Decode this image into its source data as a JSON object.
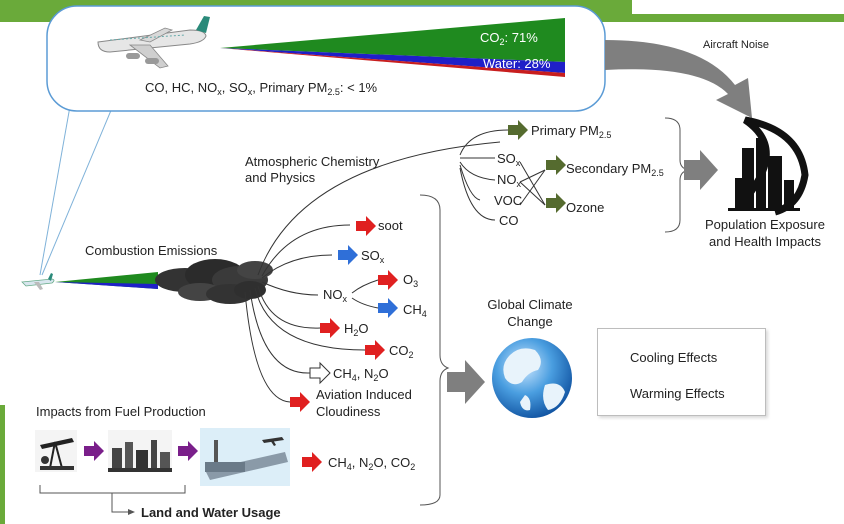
{
  "top_panel": {
    "wedge_co2": [
      "CO",
      "2",
      ": 71%"
    ],
    "wedge_water": "Water: 28%",
    "pollutants": [
      "CO, HC, NO",
      "x",
      ", SO",
      "x",
      ", Primary PM",
      "2.5",
      ": < 1%"
    ]
  },
  "aircraft_noise": "Aircraft Noise",
  "atmospheric": {
    "label": [
      "Atmospheric Chemistry",
      "and Physics"
    ],
    "primary_pm": [
      "Primary PM",
      "2.5"
    ],
    "sox": [
      "SO",
      "x"
    ],
    "nox": [
      "NO",
      "x"
    ],
    "voc": "VOC",
    "co": "CO",
    "secondary_pm": [
      "Secondary PM",
      "2.5"
    ],
    "ozone": "Ozone"
  },
  "population": [
    "Population Exposure",
    "and Health Impacts"
  ],
  "combustion": {
    "label": "Combustion Emissions",
    "soot": "soot",
    "sox": [
      "SO",
      "x"
    ],
    "nox": [
      "NO",
      "x"
    ],
    "o3": [
      "O",
      "3"
    ],
    "ch4": [
      "CH",
      "4"
    ],
    "h2o": [
      "H",
      "2",
      "O"
    ],
    "co2": [
      "CO",
      "2"
    ],
    "ch4_n2o": [
      "CH",
      "4",
      ", N",
      "2",
      "O"
    ],
    "cloudiness": [
      "Aviation Induced",
      "Cloudiness"
    ]
  },
  "climate": [
    "Global Climate",
    "Change"
  ],
  "legend": {
    "cooling": "Cooling Effects",
    "warming": "Warming Effects"
  },
  "fuel": {
    "label": "Impacts from Fuel Production",
    "emissions": [
      "CH",
      "4",
      ", N",
      "2",
      "O, CO",
      "2"
    ],
    "land_water": "Land and Water Usage"
  },
  "colors": {
    "green_band": "#6aaa3a",
    "co2": "#1f8a1f",
    "water": "#1f1fc8",
    "pollutant": "#c81e1e",
    "warming": "#e02020",
    "cooling": "#2f6fd8",
    "olive": "#556b2f",
    "gray_arrow": "#808080",
    "purple": "#7a1f8a"
  }
}
